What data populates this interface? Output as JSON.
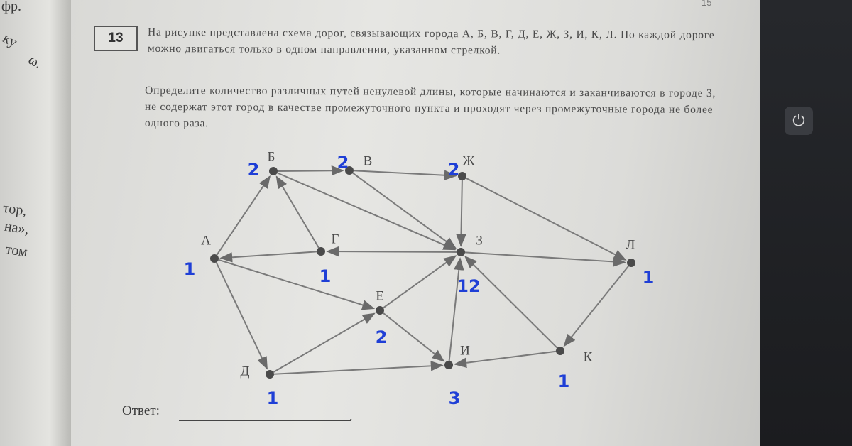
{
  "left_margin_fragments": [
    "фр.",
    "ку",
    "ω.",
    "тор,",
    "на»,",
    "том"
  ],
  "page_number": "15",
  "task_number": "13",
  "paragraph1": "На рисунке представлена схема дорог, связывающих города А, Б, В, Г, Д, Е, Ж, З, И, К, Л. По каждой дороге можно двигаться только в одном направлении, указанном стрелкой.",
  "paragraph2": "Определите количество различных путей ненулевой длины, которые начинаются и заканчиваются в городе З, не содержат этот город в качестве промежуточного пункта и проходят через промежуточные города не более одного раза.",
  "answer_label": "Ответ:",
  "answer_tail": ".",
  "colors": {
    "ink": "#4a4a4a",
    "annotation": "#1f3fd6"
  },
  "graph": {
    "nodes": [
      {
        "id": "A",
        "label": "А",
        "note": "1"
      },
      {
        "id": "B",
        "label": "Б",
        "note": "2"
      },
      {
        "id": "V",
        "label": "В",
        "note": "2"
      },
      {
        "id": "G",
        "label": "Г",
        "note": "1"
      },
      {
        "id": "D",
        "label": "Д",
        "note": "1"
      },
      {
        "id": "E",
        "label": "Е",
        "note": "2"
      },
      {
        "id": "ZH",
        "label": "Ж",
        "note": "2"
      },
      {
        "id": "Z",
        "label": "З",
        "note": "12"
      },
      {
        "id": "I",
        "label": "И",
        "note": "3"
      },
      {
        "id": "K",
        "label": "К",
        "note": "1"
      },
      {
        "id": "L",
        "label": "Л",
        "note": "1"
      }
    ],
    "edges": [
      {
        "from": "A",
        "to": "B"
      },
      {
        "from": "A",
        "to": "E"
      },
      {
        "from": "A",
        "to": "D"
      },
      {
        "from": "B",
        "to": "V"
      },
      {
        "from": "B",
        "to": "Z"
      },
      {
        "from": "V",
        "to": "ZH"
      },
      {
        "from": "V",
        "to": "Z"
      },
      {
        "from": "G",
        "to": "A"
      },
      {
        "from": "G",
        "to": "B"
      },
      {
        "from": "Z",
        "to": "G"
      },
      {
        "from": "Z",
        "to": "L"
      },
      {
        "from": "ZH",
        "to": "Z"
      },
      {
        "from": "ZH",
        "to": "L"
      },
      {
        "from": "D",
        "to": "E"
      },
      {
        "from": "D",
        "to": "I"
      },
      {
        "from": "E",
        "to": "Z"
      },
      {
        "from": "E",
        "to": "I"
      },
      {
        "from": "I",
        "to": "Z"
      },
      {
        "from": "K",
        "to": "I"
      },
      {
        "from": "K",
        "to": "Z"
      },
      {
        "from": "L",
        "to": "K"
      }
    ]
  }
}
